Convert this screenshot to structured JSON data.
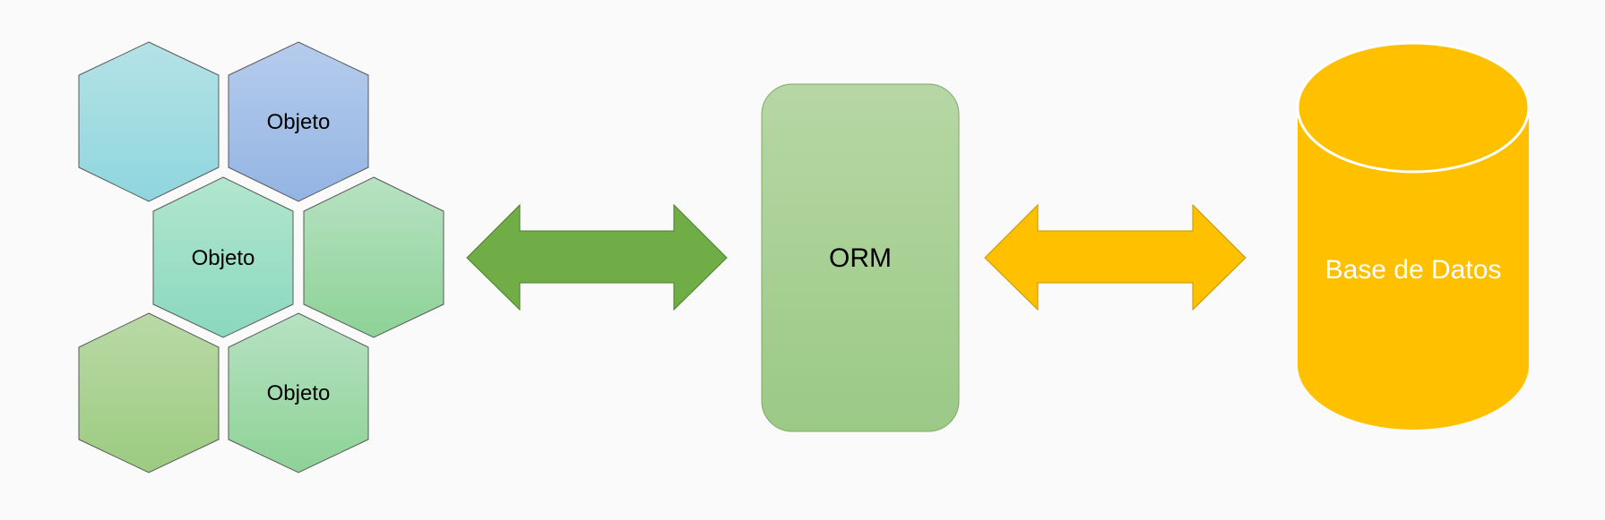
{
  "colors": {
    "background": "#fafafa",
    "hex_teal": [
      "#b4e2e6",
      "#8fd6de"
    ],
    "hex_blue": [
      "#b6cced",
      "#93b4e3"
    ],
    "hex_mint": [
      "#b2e6cf",
      "#8ad8bf"
    ],
    "hex_green": [
      "#b7e2c2",
      "#8dd296"
    ],
    "hex_olive": [
      "#b9d9a6",
      "#9ccb80"
    ],
    "arrow_green": "#70ad47",
    "arrow_yellow": "#ffc000",
    "orm_box": [
      "#b6d7a4",
      "#9bc986"
    ],
    "database": "#ffc000",
    "dark_text": "#000000",
    "light_text": "#ffffff"
  },
  "objects": {
    "hexagons": [
      {
        "id": "hex-top-left",
        "label": "",
        "color": "hex_teal"
      },
      {
        "id": "hex-top-right",
        "label": "Objeto",
        "color": "hex_blue"
      },
      {
        "id": "hex-middle-left",
        "label": "Objeto",
        "color": "hex_mint"
      },
      {
        "id": "hex-middle-right",
        "label": "",
        "color": "hex_green"
      },
      {
        "id": "hex-bottom-left",
        "label": "",
        "color": "hex_olive"
      },
      {
        "id": "hex-bottom-right",
        "label": "Objeto",
        "color": "hex_green"
      }
    ]
  },
  "orm": {
    "label": "ORM"
  },
  "database": {
    "label": "Base de Datos"
  }
}
